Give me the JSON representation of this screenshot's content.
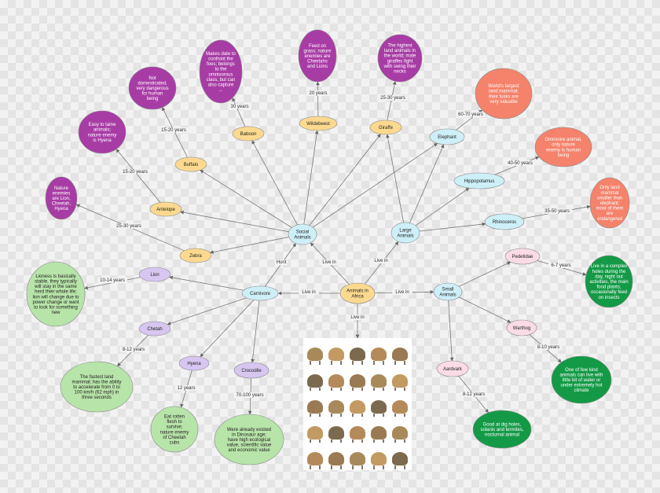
{
  "colors": {
    "blue": "#cdeff7",
    "yellow": "#fcd98f",
    "purple": "#a83ca5",
    "lavender": "#d6c6f0",
    "salmon": "#f5826b",
    "pink": "#fbdbe6",
    "light_green": "#b7e4a9",
    "dark_green": "#149a46"
  },
  "nodes": [
    {
      "id": "center",
      "lines": [
        "Animals in",
        "Africa"
      ],
      "color": "yellow"
    },
    {
      "id": "social",
      "lines": [
        "Social",
        "Animals"
      ],
      "color": "blue"
    },
    {
      "id": "large",
      "lines": [
        "Large",
        "Animals"
      ],
      "color": "blue"
    },
    {
      "id": "carnivore",
      "lines": [
        "Carnivore"
      ],
      "color": "blue"
    },
    {
      "id": "small",
      "lines": [
        "Small",
        "Animals"
      ],
      "color": "blue"
    },
    {
      "id": "zebra",
      "lines": [
        "Zebra"
      ],
      "color": "yellow"
    },
    {
      "id": "antelope",
      "lines": [
        "Antelope"
      ],
      "color": "yellow"
    },
    {
      "id": "buffalo",
      "lines": [
        "Buffalo"
      ],
      "color": "yellow"
    },
    {
      "id": "baboon",
      "lines": [
        "Baboon"
      ],
      "color": "yellow"
    },
    {
      "id": "wildebeest",
      "lines": [
        "Wildebeest"
      ],
      "color": "yellow"
    },
    {
      "id": "giraffe",
      "lines": [
        "Giraffe"
      ],
      "color": "yellow"
    },
    {
      "id": "n_antelope",
      "lines": [
        "Nature",
        "enemies",
        "are Lion,",
        "Cheetah,",
        "Hyena"
      ],
      "color": "purple"
    },
    {
      "id": "n_buffalo",
      "lines": [
        "Easy to tame",
        "animals;",
        "nature enemy",
        "is Hyena"
      ],
      "color": "purple"
    },
    {
      "id": "n_notdom",
      "lines": [
        "Not",
        "domesticated,",
        "very dangerous",
        "for human",
        "being"
      ],
      "color": "purple"
    },
    {
      "id": "n_baboon",
      "lines": [
        "Makes date to",
        "confront the",
        "foes; belongs",
        "to the",
        "omnivorous",
        "class, but can",
        "also capture",
        "..."
      ],
      "color": "purple"
    },
    {
      "id": "n_wildebeest",
      "lines": [
        "Feed on",
        "grass; nature",
        "enemies are",
        "Cheetahs",
        "and Lions"
      ],
      "color": "purple"
    },
    {
      "id": "n_giraffe",
      "lines": [
        "The highest",
        "land animals in",
        "the world; male",
        "giraffes fight",
        "with swing their",
        "necks"
      ],
      "color": "purple"
    },
    {
      "id": "elephant",
      "lines": [
        "Elephant"
      ],
      "color": "blue"
    },
    {
      "id": "hippo",
      "lines": [
        "Hippopotamus"
      ],
      "color": "blue"
    },
    {
      "id": "rhino",
      "lines": [
        "Rhinoceros"
      ],
      "color": "blue"
    },
    {
      "id": "n_elephant",
      "lines": [
        "World's largest",
        "land mammal;",
        "their tusks are",
        "very valuable"
      ],
      "color": "salmon"
    },
    {
      "id": "n_hippo",
      "lines": [
        "Omnivore animal,",
        "only nature",
        "enemy is human",
        "being"
      ],
      "color": "salmon"
    },
    {
      "id": "n_rhino",
      "lines": [
        "Only land",
        "mammal",
        "smaller than",
        "elephant;",
        "most of them",
        "are",
        "endangered"
      ],
      "color": "salmon"
    },
    {
      "id": "lion",
      "lines": [
        "Lion"
      ],
      "color": "lavender"
    },
    {
      "id": "chetah",
      "lines": [
        "Chetah"
      ],
      "color": "lavender"
    },
    {
      "id": "hyena",
      "lines": [
        "Hyena"
      ],
      "color": "lavender"
    },
    {
      "id": "crocodile",
      "lines": [
        "Crocodile"
      ],
      "color": "lavender"
    },
    {
      "id": "n_lion",
      "lines": [
        "Lioness is basically",
        "stable, they typically",
        "will stay in the same",
        "herd their whole life;",
        "lion will change due to",
        "power change or want",
        "to look for something",
        "new"
      ],
      "color": "light_green"
    },
    {
      "id": "n_chetah",
      "lines": [
        "The fastest land",
        "mammal; has the ability",
        "to accelerate from 0 to",
        "100 km/h (62 mph) in",
        "three seconds"
      ],
      "color": "light_green"
    },
    {
      "id": "n_hyena",
      "lines": [
        "Eat rotten",
        "flesh to",
        "survive;",
        "nature enemy",
        "of Cheetah",
        "cubs"
      ],
      "color": "light_green"
    },
    {
      "id": "n_crocodile",
      "lines": [
        "Were already existed",
        "in Dinosaur age;",
        "have high ecological",
        "value, scientific value",
        "and economic value"
      ],
      "color": "light_green"
    },
    {
      "id": "pedetidae",
      "lines": [
        "Pedetidae"
      ],
      "color": "pink"
    },
    {
      "id": "warthog",
      "lines": [
        "Warthog"
      ],
      "color": "pink"
    },
    {
      "id": "aardvark",
      "lines": [
        "Aardvark"
      ],
      "color": "pink"
    },
    {
      "id": "n_pedetidae",
      "lines": [
        "Live in a complex",
        "holes during the",
        "day, night out",
        "activities, the main",
        "food plants,",
        "occasionally feed",
        "on insects"
      ],
      "color": "dark_green"
    },
    {
      "id": "n_warthog",
      "lines": [
        "One of few kind",
        "animals can live with",
        "little bit of water or",
        "under extremely hot",
        "climate"
      ],
      "color": "dark_green"
    },
    {
      "id": "n_aardvark",
      "lines": [
        "Good at dig holes,",
        "solanis and termites,",
        "nocturnal animal"
      ],
      "color": "dark_green"
    }
  ],
  "edges": [
    {
      "from": "center",
      "to": "social",
      "label": "Live in"
    },
    {
      "from": "center",
      "to": "large",
      "label": "Live in"
    },
    {
      "from": "center",
      "to": "carnivore",
      "label": "Live in"
    },
    {
      "from": "center",
      "to": "small",
      "label": "Live in"
    },
    {
      "from": "center",
      "to": "photos",
      "label": "Live in"
    },
    {
      "from": "carnivore",
      "to": "social",
      "label": "Hunt"
    },
    {
      "from": "social",
      "to": "zebra",
      "label": ""
    },
    {
      "from": "social",
      "to": "antelope",
      "label": ""
    },
    {
      "from": "social",
      "to": "buffalo",
      "label": ""
    },
    {
      "from": "social",
      "to": "baboon",
      "label": ""
    },
    {
      "from": "social",
      "to": "wildebeest",
      "label": ""
    },
    {
      "from": "social",
      "to": "giraffe",
      "label": ""
    },
    {
      "from": "social",
      "to": "elephant",
      "label": ""
    },
    {
      "from": "zebra",
      "to": "n_antelope",
      "label": "25-30 years"
    },
    {
      "from": "antelope",
      "to": "n_buffalo",
      "label": "15-20 years"
    },
    {
      "from": "buffalo",
      "to": "n_notdom",
      "label": "15-20 years"
    },
    {
      "from": "baboon",
      "to": "n_baboon",
      "label": "30 years"
    },
    {
      "from": "wildebeest",
      "to": "n_wildebeest",
      "label": "20 years"
    },
    {
      "from": "giraffe",
      "to": "n_giraffe",
      "label": "25-30 years"
    },
    {
      "from": "large",
      "to": "giraffe",
      "label": ""
    },
    {
      "from": "large",
      "to": "elephant",
      "label": ""
    },
    {
      "from": "large",
      "to": "hippo",
      "label": ""
    },
    {
      "from": "large",
      "to": "rhino",
      "label": ""
    },
    {
      "from": "elephant",
      "to": "n_elephant",
      "label": "60-70 years"
    },
    {
      "from": "hippo",
      "to": "n_hippo",
      "label": "40-50 years"
    },
    {
      "from": "rhino",
      "to": "n_rhino",
      "label": "35-50 years"
    },
    {
      "from": "carnivore",
      "to": "lion",
      "label": ""
    },
    {
      "from": "carnivore",
      "to": "chetah",
      "label": ""
    },
    {
      "from": "carnivore",
      "to": "hyena",
      "label": ""
    },
    {
      "from": "carnivore",
      "to": "crocodile",
      "label": ""
    },
    {
      "from": "lion",
      "to": "n_lion",
      "label": "10-14 years"
    },
    {
      "from": "chetah",
      "to": "n_chetah",
      "label": "8-12 years"
    },
    {
      "from": "hyena",
      "to": "n_hyena",
      "label": "12 years"
    },
    {
      "from": "crocodile",
      "to": "n_crocodile",
      "label": "70-100 years"
    },
    {
      "from": "small",
      "to": "pedetidae",
      "label": ""
    },
    {
      "from": "small",
      "to": "warthog",
      "label": ""
    },
    {
      "from": "small",
      "to": "aardvark",
      "label": ""
    },
    {
      "from": "pedetidae",
      "to": "n_pedetidae",
      "label": "6-7 years"
    },
    {
      "from": "warthog",
      "to": "n_warthog",
      "label": "8-10 years"
    },
    {
      "from": "aardvark",
      "to": "n_aardvark",
      "label": "8-12 years"
    }
  ],
  "photos": [
    "#a88a5a",
    "#c29a62",
    "#7c6a4e",
    "#b58a5a",
    "#9a7a52"
  ]
}
